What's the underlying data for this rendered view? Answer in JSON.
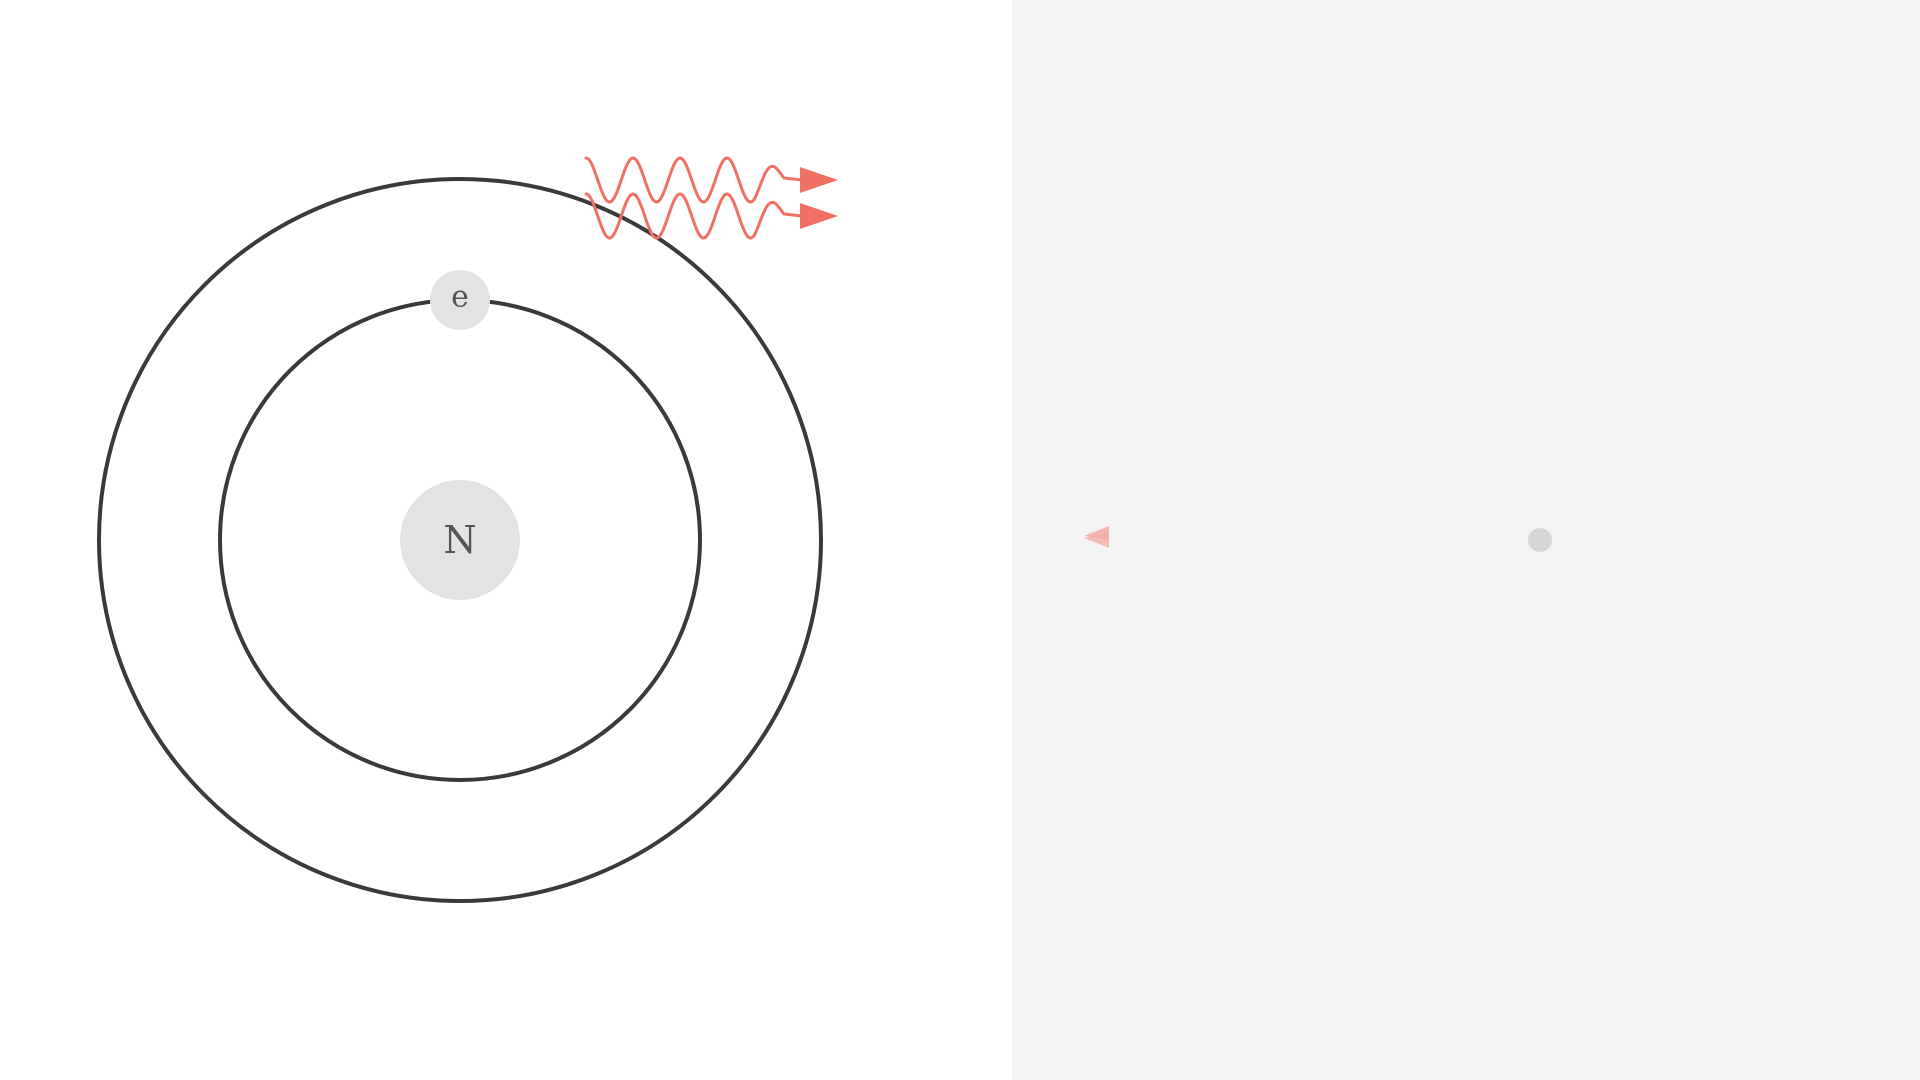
{
  "diagram": {
    "nucleus": {
      "label": "N",
      "fill": "#e3e3e3"
    },
    "electron": {
      "label": "e",
      "fill": "#e3e3e3"
    },
    "orbits": [
      {
        "name": "inner-orbit"
      },
      {
        "name": "outer-orbit"
      }
    ],
    "photons": [
      {
        "name": "photon-wave-1",
        "color": "#f07064"
      },
      {
        "name": "photon-wave-2",
        "color": "#f07064"
      }
    ]
  },
  "side_panel": {
    "background": "#f3f3f3",
    "incoming_photon_color": "#f5a9a2",
    "particle_color": "#d6d6d6"
  }
}
